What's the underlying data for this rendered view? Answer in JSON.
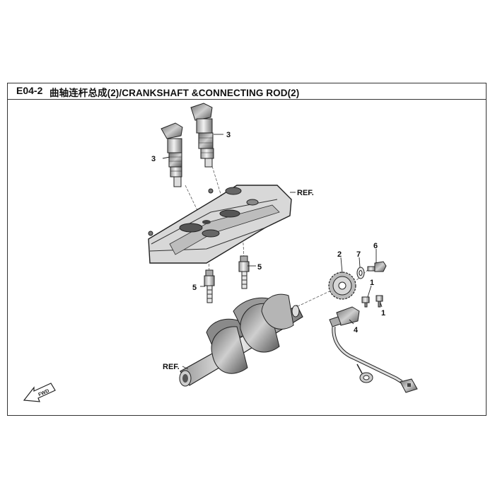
{
  "header": {
    "code": "E04-2",
    "title": "曲轴连杆总成(2)/CRANKSHAFT &CONNECTING ROD(2)"
  },
  "callouts": {
    "coil_right": "3",
    "coil_left": "3",
    "cover_ref": "REF.",
    "plug_right": "5",
    "plug_left": "5",
    "sprocket": "2",
    "washer": "7",
    "bolt_right": "6",
    "screw_upper": "1",
    "screw_lower": "1",
    "sensor": "4",
    "crank_ref": "REF."
  },
  "fwd_label": "FWD"
}
